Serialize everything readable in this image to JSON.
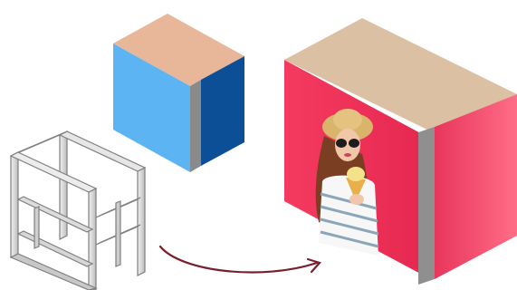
{
  "illustration": {
    "frame_item": {
      "name": "frame-structure"
    },
    "panel_box": {
      "name": "blue-panel-box",
      "top_color": "#e8b79a",
      "front_color": "#5db4f2",
      "side_color": "#0c4f96",
      "edge_color": "#8a8a8a"
    },
    "printed_counter": {
      "name": "printed-display-counter",
      "top_color": "#dcc0a3",
      "front_color": "#e72c52",
      "side_color": "#e1345a",
      "edge_color": "#8f8f8f"
    },
    "arrow": {
      "name": "transition-arrow",
      "color": "#7a1f2d"
    }
  }
}
